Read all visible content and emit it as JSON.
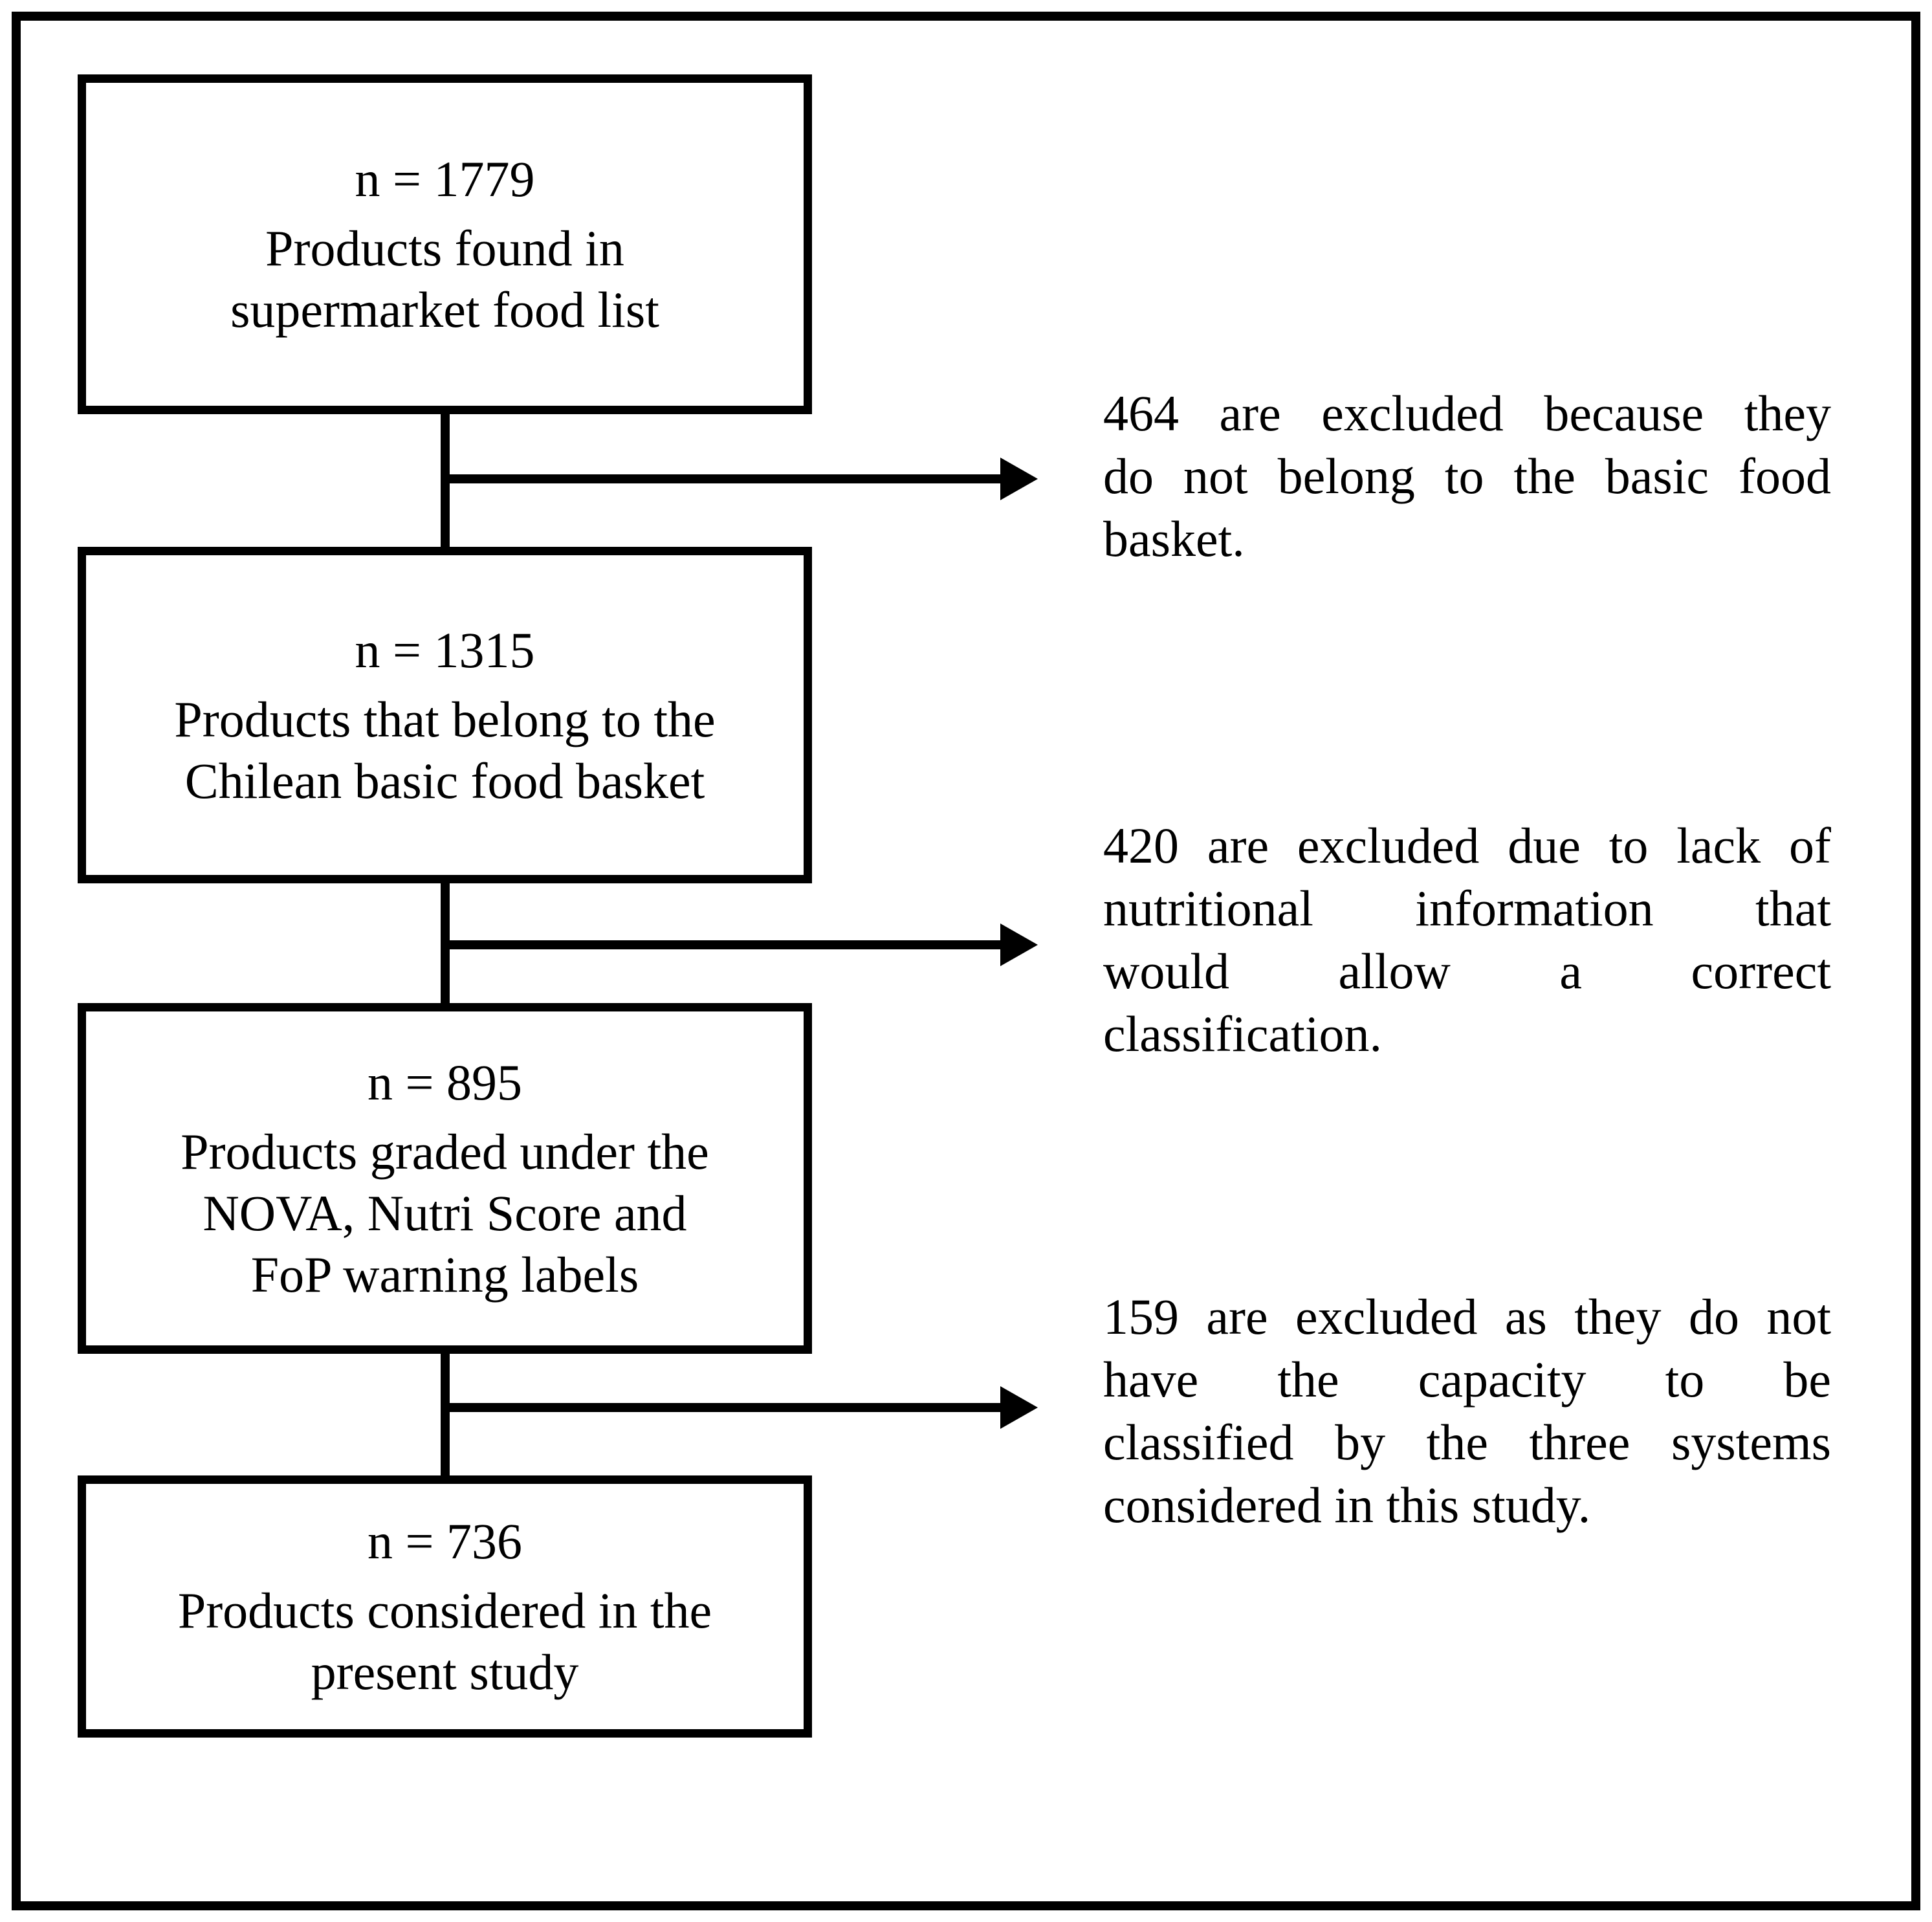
{
  "figure": {
    "type": "flowchart",
    "boxes": [
      {
        "count_label": "n = 1779",
        "description_lines": [
          "Products found in",
          "supermarket food list"
        ]
      },
      {
        "count_label": "n = 1315",
        "description_lines": [
          "Products that belong to the",
          "Chilean basic food basket"
        ]
      },
      {
        "count_label": "n = 895",
        "description_lines": [
          "Products graded under the",
          "NOVA, Nutri Score and",
          "FoP warning labels"
        ]
      },
      {
        "count_label": "n = 736",
        "description_lines": [
          "Products considered in the",
          "present study"
        ]
      }
    ],
    "exclusion_notes": [
      {
        "lines": [
          "464 are excluded because they",
          "do not belong to the basic food",
          "basket."
        ]
      },
      {
        "lines": [
          "420 are excluded due to lack of",
          "nutritional information that",
          "would allow a correct",
          "classification."
        ]
      },
      {
        "lines": [
          "159 are excluded as they do not",
          "have the capacity to be",
          "classified by the three systems",
          "considered in this study."
        ]
      }
    ],
    "colors": {
      "line": "#000000",
      "text": "#000000",
      "background": "#ffffff"
    }
  }
}
